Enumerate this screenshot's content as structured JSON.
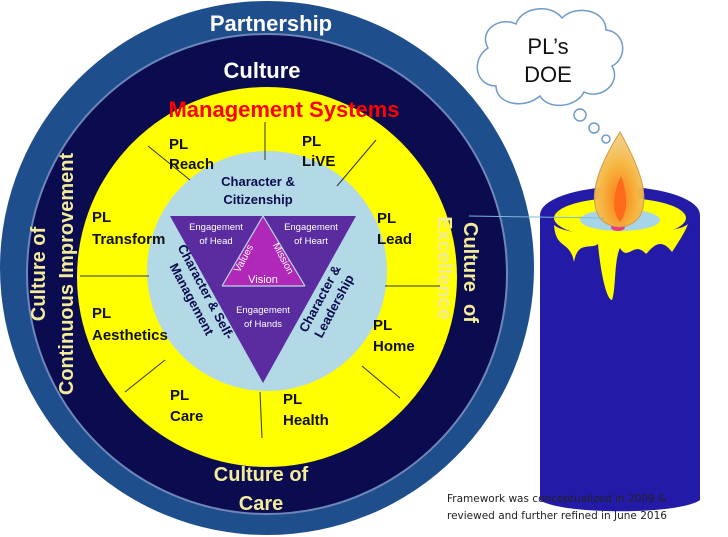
{
  "rings": {
    "outer": "Partnership",
    "culture": "Culture",
    "management": "Management Systems",
    "culture_continuous_1": "Culture of",
    "culture_continuous_2": "Continuous Improvement",
    "culture_excellence_1": "Culture",
    "culture_excellence_2": "of",
    "culture_excellence_3": "Excellence",
    "culture_care_1": "Culture of",
    "culture_care_2": "Care"
  },
  "segments": {
    "reach_1": "PL",
    "reach_2": "Reach",
    "live_1": "PL",
    "live_2": "LiVE",
    "lead_1": "PL",
    "lead_2": "Lead",
    "home_1": "PL",
    "home_2": "Home",
    "health_1": "PL",
    "health_2": "Health",
    "care_1": "PL",
    "care_2": "Care",
    "aesthetics_1": "PL",
    "aesthetics_2": "Aesthetics",
    "transform_1": "PL",
    "transform_2": "Transform"
  },
  "core": {
    "citizenship_1": "Character &",
    "citizenship_2": "Citizenship",
    "self_mgmt_1": "Character & Self-",
    "self_mgmt_2": "Management",
    "leadership_1": "Character &",
    "leadership_2": "Leadership",
    "head_1": "Engagement",
    "head_2": "of Head",
    "heart_1": "Engagement",
    "heart_2": "of Heart",
    "hands_1": "Engagement",
    "hands_2": "of Hands",
    "values": "Values",
    "mission": "Mission",
    "vision": "Vision"
  },
  "thought": {
    "line1": "PL’s",
    "line2": "DOE"
  },
  "footnote": {
    "line1": "Framework was conceptualized in 2009 &",
    "line2": "reviewed and further refined in June 2016"
  },
  "colors": {
    "outer_ring": "#1f4e8c",
    "navy": "#0b0b4f",
    "yellow": "#ffff00",
    "light_blue": "#b3d9e6",
    "purple": "#5a2ca0",
    "magenta": "#b028b8",
    "red_text": "#ff0000",
    "culture_gold": "#f2eb9a"
  }
}
